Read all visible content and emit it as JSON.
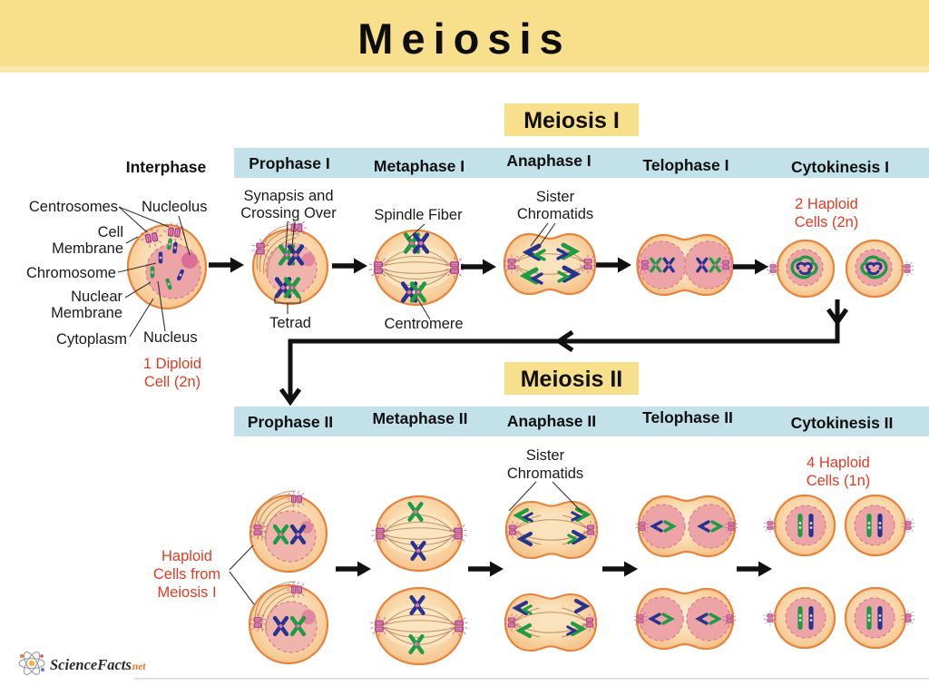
{
  "title": "Meiosis",
  "m1": {
    "heading": "Meiosis I",
    "interphase": "Interphase",
    "stages": [
      "Prophase I",
      "Metaphase I",
      "Anaphase I",
      "Telophase I",
      "Cytokinesis I"
    ],
    "labels": {
      "centrosomes": "Centrosomes",
      "nucleolus": "Nucleolus",
      "cell_membrane": [
        "Cell",
        "Membrane"
      ],
      "chromosome": "Chromosome",
      "nuclear_membrane": [
        "Nuclear",
        "Membrane"
      ],
      "cytoplasm": "Cytoplasm",
      "nucleus": "Nucleus",
      "diploid": [
        "1 Diploid",
        "Cell (2n)"
      ],
      "synapsis": [
        "Synapsis and",
        "Crossing Over"
      ],
      "tetrad": "Tetrad",
      "spindle_fiber": "Spindle Fiber",
      "centromere": "Centromere",
      "sister": [
        "Sister",
        "Chromatids"
      ],
      "haploid2": [
        "2 Haploid",
        "Cells (2n)"
      ]
    }
  },
  "m2": {
    "heading": "Meiosis II",
    "stages": [
      "Prophase II",
      "Metaphase II",
      "Anaphase II",
      "Telophase II",
      "Cytokinesis II"
    ],
    "labels": {
      "sister": [
        "Sister",
        "Chromatids"
      ],
      "from_m1": [
        "Haploid",
        "Cells from",
        "Meiosis I"
      ],
      "haploid4": [
        "4 Haploid",
        "Cells (1n)"
      ]
    }
  },
  "logo": {
    "name": "ScienceFacts",
    "tld": ".net"
  },
  "colors": {
    "title_band": "#F8DF8C",
    "stage_bar": "#C3E1E9",
    "red_label": "#E03C22",
    "cell_fill": "#FAD9AC",
    "cell_stroke": "#E8833C",
    "nucleus_pink": "#EDA4A7",
    "chromosome_blue": "#26338F",
    "chromosome_green": "#1E9C45",
    "centrosome_magenta": "#C5569C"
  }
}
